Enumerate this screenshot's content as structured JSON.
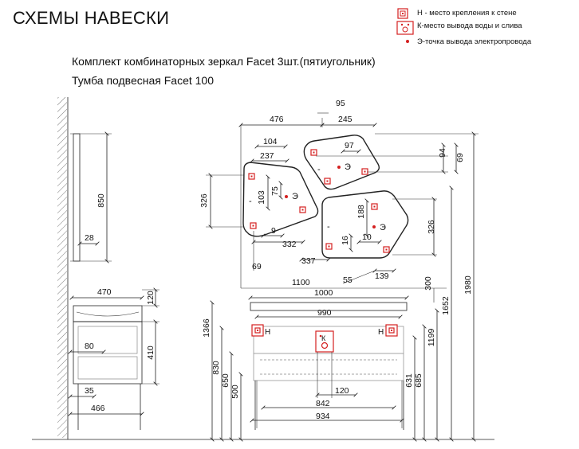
{
  "title": "СХЕМЫ НАВЕСКИ",
  "subtitles": [
    "Комплект комбинаторных зеркал Facet  3шт.(пятиугольник)",
    "Тумба подвесная Facet 100"
  ],
  "legend": {
    "h_text": "Н - место крепления к стене",
    "k_text": "К-место вывода воды и слива",
    "e_text": "Э-точка вывода электропровода",
    "h_icon": "mount-point-icon",
    "k_icon": "water-outlet-icon",
    "e_icon": "power-point-icon",
    "accent_color": "#d42020"
  },
  "marks": {
    "n": "Н",
    "k": "К",
    "e": "Э",
    "dash": "-"
  },
  "dims": {
    "d476": "476",
    "d95": "95",
    "d245": "245",
    "d97": "97",
    "d94": "94",
    "d69a": "69",
    "d104": "104",
    "d237": "237",
    "d103": "103",
    "d75": "75",
    "d326a": "326",
    "d9": "9",
    "d332": "332",
    "d69b": "69",
    "d188": "188",
    "d16": "16",
    "d10": "10",
    "d326b": "326",
    "d337": "337",
    "d1100": "1100",
    "d55": "55",
    "d139": "139",
    "d300": "300",
    "d1000": "1000",
    "d990": "990",
    "d1652": "1652",
    "d1980": "1980",
    "d1366": "1366",
    "d1199": "1199",
    "d120b": "120",
    "d842": "842",
    "d934": "934",
    "d830": "830",
    "d650": "650",
    "d500": "500",
    "d631": "631",
    "d685": "685",
    "d850": "850",
    "d28": "28",
    "d470": "470",
    "d120a": "120",
    "d410": "410",
    "d80": "80",
    "d35": "35",
    "d466": "466"
  }
}
